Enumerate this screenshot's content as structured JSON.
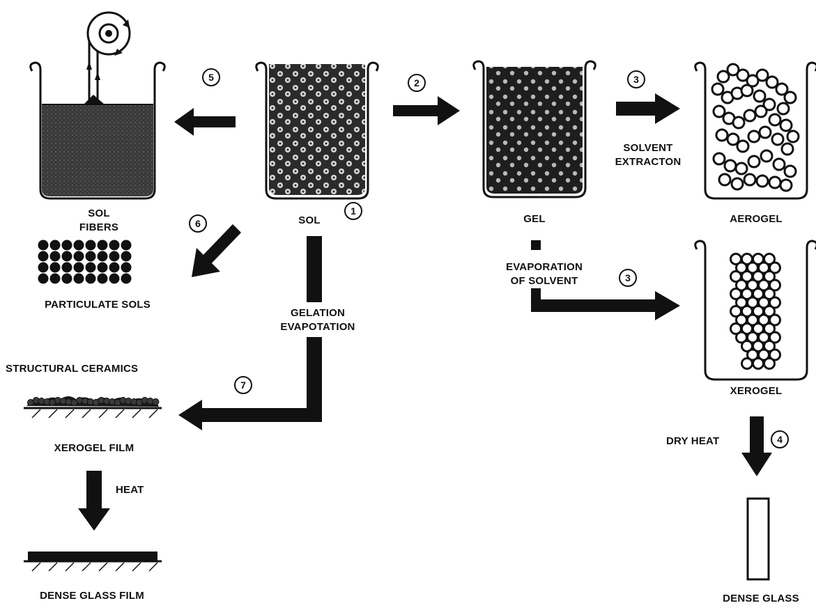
{
  "labels": {
    "sol": "SOL",
    "sol_fibers": "SOL\nFIBERS",
    "gel": "GEL",
    "aerogel": "AEROGEL",
    "xerogel": "XEROGEL",
    "particulate_sols": "PARTICULATE SOLS",
    "structural_ceramics": "STRUCTURAL CERAMICS",
    "xerogel_film": "XEROGEL FILM",
    "dense_glass_film": "DENSE GLASS FILM",
    "dense_glass": "DENSE GLASS",
    "solvent_extraction": "SOLVENT\nEXTRACTON",
    "evaporation_of_solvent": "EVAPORATION\nOF SOLVENT",
    "gelation_evaporation": "GELATION\nEVAPOTATION",
    "dry_heat": "DRY HEAT",
    "heat": "HEAT"
  },
  "steps": {
    "s1": "1",
    "s2": "2",
    "s3_extraction": "3",
    "s3_evaporation": "3",
    "s4": "4",
    "s5": "5",
    "s6": "6",
    "s7": "7"
  },
  "colors": {
    "ink": "#111111",
    "fill": "#2b2b2b",
    "particle": "#d8d8d8",
    "background": "#ffffff"
  }
}
